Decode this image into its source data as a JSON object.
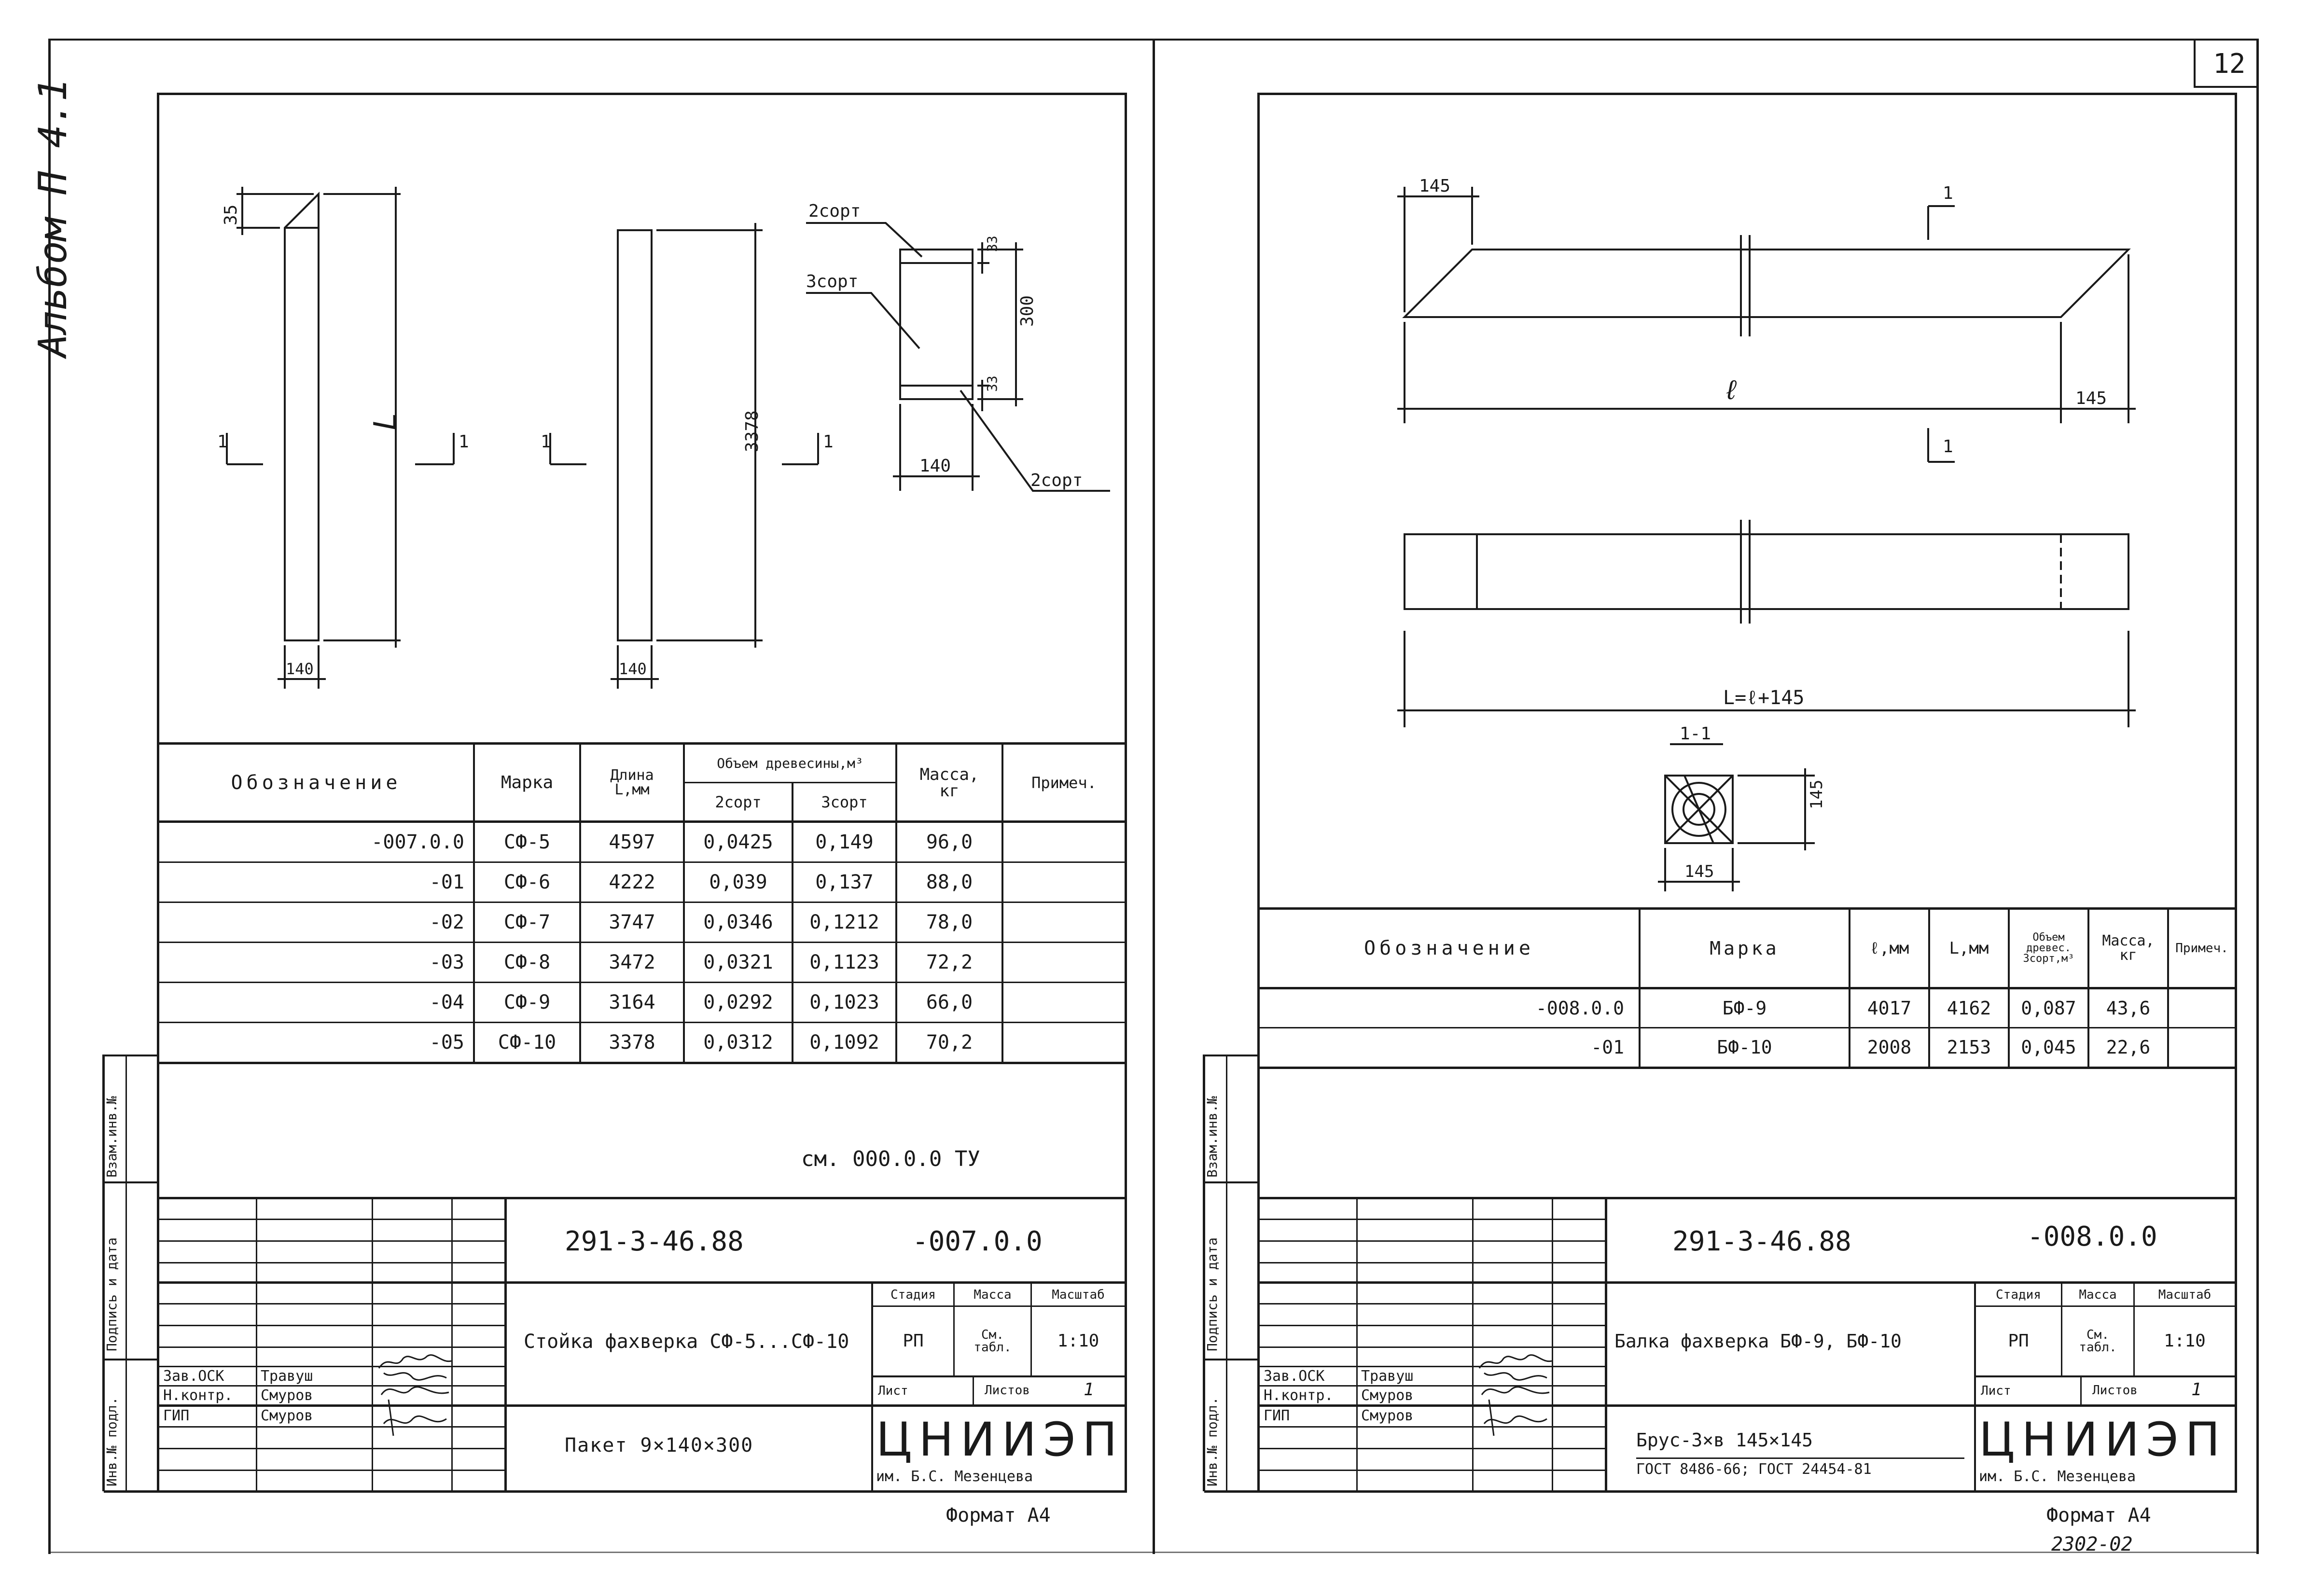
{
  "page_number": "12",
  "left_sheet": {
    "side_label": "Альбом П 4.1",
    "dims": {
      "slant_top": "35",
      "length_var": "L",
      "width_a": "140",
      "width_b": "140",
      "length_fixed": "3378",
      "section_width": "140",
      "section_height": "300",
      "section_top": "33",
      "section_bottom": "33",
      "cut_mark": "1",
      "grade2_top": "2сорт",
      "grade3": "3сорт",
      "grade2_bottom": "2сорт"
    },
    "table": {
      "headers": {
        "designation": "Обозначение",
        "mark": "Марка",
        "length": "Длина L,мм",
        "volume": "Объем древесины,м³",
        "grade2": "2сорт",
        "grade3": "3сорт",
        "mass": "Масса, кг",
        "note": "Примеч."
      },
      "rows": [
        {
          "designation": "-007.0.0",
          "mark": "СФ-5",
          "length": "4597",
          "v2": "0,0425",
          "v3": "0,149",
          "mass": "96,0"
        },
        {
          "designation": "-01",
          "mark": "СФ-6",
          "length": "4222",
          "v2": "0,039",
          "v3": "0,137",
          "mass": "88,0"
        },
        {
          "designation": "-02",
          "mark": "СФ-7",
          "length": "3747",
          "v2": "0,0346",
          "v3": "0,1212",
          "mass": "78,0"
        },
        {
          "designation": "-03",
          "mark": "СФ-8",
          "length": "3472",
          "v2": "0,0321",
          "v3": "0,1123",
          "mass": "72,2"
        },
        {
          "designation": "-04",
          "mark": "СФ-9",
          "length": "3164",
          "v2": "0,0292",
          "v3": "0,1023",
          "mass": "66,0"
        },
        {
          "designation": "-05",
          "mark": "СФ-10",
          "length": "3378",
          "v2": "0,0312",
          "v3": "0,1092",
          "mass": "70,2"
        }
      ]
    },
    "spec_ref": "см. 000.0.0 ТУ",
    "title_block": {
      "doc_code": "291-3-46.88",
      "doc_suffix": "-007.0.0",
      "title": "Стойка фахверка СФ-5...СФ-10",
      "material": "Пакет 9×140×300",
      "stage_h": "Стадия",
      "mass_h": "Масса",
      "scale_h": "Масштаб",
      "stage": "РП",
      "mass": "См. табл.",
      "scale": "1:10",
      "sheet_h": "Лист",
      "sheets_h": "Листов",
      "sheets": "1",
      "org": "ЦНИИЭП",
      "org_sub": "им. Б.С. Мезенцева",
      "roles": [
        {
          "role": "Зав.ОСК",
          "name": "Травуш"
        },
        {
          "role": "Н.контр.",
          "name": "Смуров"
        },
        {
          "role": "ГИП",
          "name": "Смуров"
        }
      ]
    },
    "side_stamps": [
      "Взам.инв.№",
      "Подпись и дата",
      "Инв.№ подл."
    ],
    "format": "Формат А4"
  },
  "right_sheet": {
    "dims": {
      "top_left": "145",
      "right_end": "145",
      "length_var": "ℓ",
      "total": "L=ℓ+145",
      "section_label": "1-1",
      "section_w": "145",
      "section_h": "145",
      "cut_mark": "1"
    },
    "table": {
      "headers": {
        "designation": "Обозначение",
        "mark": "Марка",
        "l": "ℓ,мм",
        "L": "L,мм",
        "volume": "Объем древес. 3сорт,м³",
        "mass": "Масса, кг",
        "note": "Примеч."
      },
      "rows": [
        {
          "designation": "-008.0.0",
          "mark": "БФ-9",
          "l": "4017",
          "L": "4162",
          "volume": "0,087",
          "mass": "43,6"
        },
        {
          "designation": "-01",
          "mark": "БФ-10",
          "l": "2008",
          "L": "2153",
          "volume": "0,045",
          "mass": "22,6"
        }
      ]
    },
    "title_block": {
      "doc_code": "291-3-46.88",
      "doc_suffix": "-008.0.0",
      "title": "Балка фахверка БФ-9, БФ-10",
      "material_1": "Брус-3×в 145×145",
      "material_2": "ГОСТ 8486-66; ГОСТ 24454-81",
      "stage_h": "Стадия",
      "mass_h": "Масса",
      "scale_h": "Масштаб",
      "stage": "РП",
      "mass": "См. табл.",
      "scale": "1:10",
      "sheet_h": "Лист",
      "sheets_h": "Листов",
      "sheets": "1",
      "org": "ЦНИИЭП",
      "org_sub": "им. Б.С. Мезенцева",
      "roles": [
        {
          "role": "Зав.ОСК",
          "name": "Травуш"
        },
        {
          "role": "Н.контр.",
          "name": "Смуров"
        },
        {
          "role": "ГИП",
          "name": "Смуров"
        }
      ]
    },
    "side_stamps": [
      "Взам.инв.№",
      "Подпись и дата",
      "Инв.№ подл."
    ],
    "format": "Формат А4",
    "footer_code": "2302-02"
  }
}
